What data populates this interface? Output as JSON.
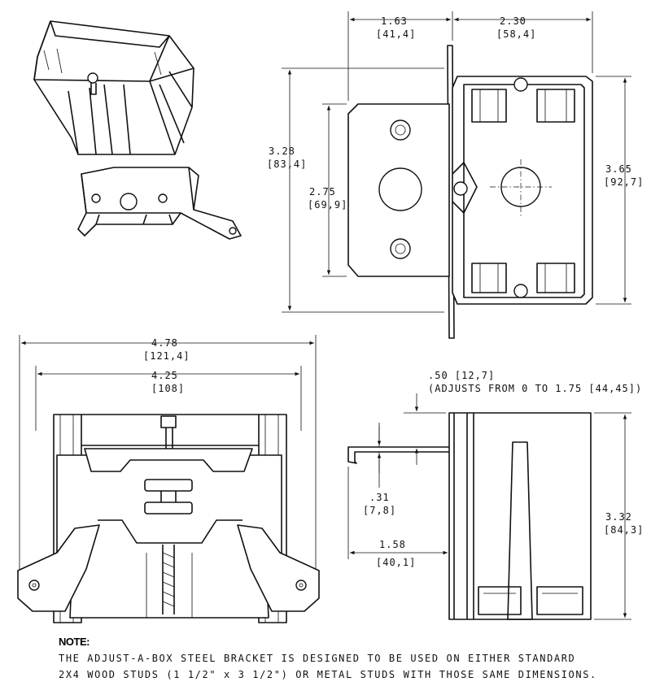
{
  "dimensions": {
    "top_width_left": {
      "inch": "1.63",
      "mm": "[41,4]"
    },
    "top_width_right": {
      "inch": "2.30",
      "mm": "[58,4]"
    },
    "overall_height": {
      "inch": "3.28",
      "mm": "[83,4]"
    },
    "bracket_height": {
      "inch": "2.75",
      "mm": "[69,9]"
    },
    "box_height": {
      "inch": "3.65",
      "mm": "[92,7]"
    },
    "front_overall_width": {
      "inch": "4.78",
      "mm": "[121,4]"
    },
    "front_box_width": {
      "inch": "4.25",
      "mm": "[108]"
    },
    "adjust_range": {
      "line1": ".50 [12,7]",
      "line2": "(ADJUSTS FROM 0 TO 1.75 [44,45])"
    },
    "flange_offset": {
      "inch": ".31",
      "mm": "[7,8]"
    },
    "side_depth": {
      "inch": "1.58",
      "mm": "[40,1]"
    },
    "side_height": {
      "inch": "3.32",
      "mm": "[84,3]"
    }
  },
  "note": {
    "title": "NOTE:",
    "line1": "THE ADJUST-A-BOX STEEL BRACKET IS DESIGNED TO BE USED ON EITHER STANDARD",
    "line2": "2X4 WOOD STUDS (1 1/2\" x 3 1/2\") OR METAL STUDS WITH THOSE SAME DIMENSIONS."
  }
}
